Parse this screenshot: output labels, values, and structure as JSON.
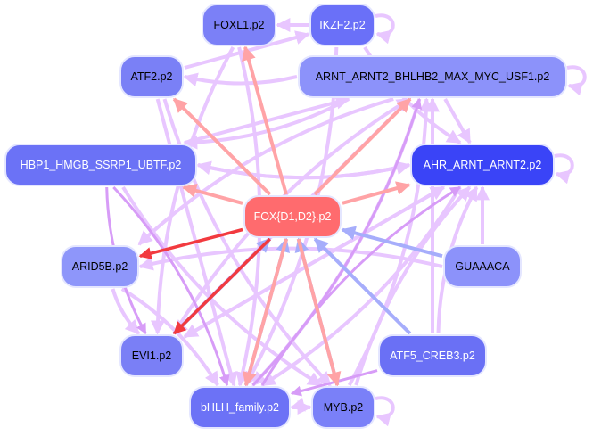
{
  "diagram": {
    "type": "network",
    "description": "Motif regulatory network centered on FOX{D1,D2}.p2",
    "nodes": [
      {
        "id": "FOXL1",
        "label": "FOXL1.p2",
        "fill": "#7b80f7",
        "text": "#000000"
      },
      {
        "id": "IKZF2",
        "label": "IKZF2.p2",
        "fill": "#6a70f8",
        "text": "#ffffff"
      },
      {
        "id": "ATF2",
        "label": "ATF2.p2",
        "fill": "#7a80f6",
        "text": "#000000"
      },
      {
        "id": "ARNT",
        "label": "ARNT_ARNT2_BHLHB2_MAX_MYC_USF1.p2",
        "fill": "#8c92fa",
        "text": "#000000"
      },
      {
        "id": "HBP1",
        "label": "HBP1_HMGB_SSRP1_UBTF.p2",
        "fill": "#6b72f6",
        "text": "#ffffff"
      },
      {
        "id": "AHR",
        "label": "AHR_ARNT_ARNT2.p2",
        "fill": "#3a44f7",
        "text": "#ffffff"
      },
      {
        "id": "FOX",
        "label": "FOX{D1,D2}.p2",
        "fill": "#ff6b6e",
        "text": "#ffffff"
      },
      {
        "id": "ARID5B",
        "label": "ARID5B.p2",
        "fill": "#8e96fa",
        "text": "#000000"
      },
      {
        "id": "GUAAACA",
        "label": "GUAAACA",
        "fill": "#8c92fa",
        "text": "#000000"
      },
      {
        "id": "EVI1",
        "label": "EVI1.p2",
        "fill": "#7a7ff6",
        "text": "#000000"
      },
      {
        "id": "ATF5",
        "label": "ATF5_CREB3.p2",
        "fill": "#6a70f5",
        "text": "#ffffff"
      },
      {
        "id": "bHLH",
        "label": "bHLH_family.p2",
        "fill": "#6c72f6",
        "text": "#ffffff"
      },
      {
        "id": "MYB",
        "label": "MYB.p2",
        "fill": "#7a80f8",
        "text": "#000000"
      }
    ],
    "edge_colors": {
      "activation_strong": "#f23a3f",
      "activation": "#ffa3a6",
      "repression": "#a6adfb",
      "neutral": "#e8c6ff",
      "neutral_dark": "#d79cf7"
    },
    "edges": [
      {
        "from": "FOX",
        "to": "ARID5B",
        "type": "activation_strong"
      },
      {
        "from": "FOX",
        "to": "EVI1",
        "type": "activation_strong"
      },
      {
        "from": "FOX",
        "to": "HBP1",
        "type": "activation"
      },
      {
        "from": "FOX",
        "to": "AHR",
        "type": "activation"
      },
      {
        "from": "FOX",
        "to": "ATF2",
        "type": "activation"
      },
      {
        "from": "FOX",
        "to": "ARNT",
        "type": "activation"
      },
      {
        "from": "FOX",
        "to": "FOXL1",
        "type": "activation"
      },
      {
        "from": "FOX",
        "to": "bHLH",
        "type": "activation"
      },
      {
        "from": "FOX",
        "to": "MYB",
        "type": "activation"
      },
      {
        "from": "GUAAACA",
        "to": "FOX",
        "type": "repression"
      },
      {
        "from": "ATF5",
        "to": "FOX",
        "type": "repression"
      },
      {
        "from": "bHLH",
        "to": "FOX",
        "type": "repression"
      },
      {
        "from": "MYB",
        "to": "FOX",
        "type": "repression"
      },
      {
        "from": "EVI1",
        "to": "FOX",
        "type": "repression"
      },
      {
        "from": "ARNT",
        "to": "ATF2",
        "type": "neutral"
      },
      {
        "from": "ATF2",
        "to": "IKZF2",
        "type": "neutral"
      },
      {
        "from": "HBP1",
        "to": "AHR",
        "type": "neutral"
      },
      {
        "from": "AHR",
        "to": "HBP1",
        "type": "neutral"
      },
      {
        "from": "HBP1",
        "to": "ARNT",
        "type": "neutral"
      },
      {
        "from": "HBP1",
        "to": "EVI1",
        "type": "neutral_dark"
      },
      {
        "from": "HBP1",
        "to": "bHLH",
        "type": "neutral_dark"
      },
      {
        "from": "ARID5B",
        "to": "EVI1",
        "type": "neutral"
      },
      {
        "from": "ARID5B",
        "to": "bHLH",
        "type": "neutral"
      },
      {
        "from": "GUAAACA",
        "to": "AHR",
        "type": "neutral"
      },
      {
        "from": "GUAAACA",
        "to": "ARID5B",
        "type": "neutral"
      },
      {
        "from": "ATF5",
        "to": "bHLH",
        "type": "neutral_dark"
      },
      {
        "from": "ATF5",
        "to": "AHR",
        "type": "neutral"
      },
      {
        "from": "ATF5",
        "to": "ARNT",
        "type": "neutral"
      },
      {
        "from": "MYB",
        "to": "ARNT",
        "type": "neutral"
      },
      {
        "from": "MYB",
        "to": "AHR",
        "type": "neutral"
      },
      {
        "from": "bHLH",
        "to": "ARNT",
        "type": "neutral_dark"
      },
      {
        "from": "bHLH",
        "to": "AHR",
        "type": "neutral_dark"
      },
      {
        "from": "bHLH",
        "to": "MYB",
        "type": "neutral"
      },
      {
        "from": "MYB",
        "to": "bHLH",
        "type": "neutral"
      },
      {
        "from": "ARNT",
        "to": "bHLH",
        "type": "neutral"
      },
      {
        "from": "ARNT",
        "to": "EVI1",
        "type": "neutral"
      },
      {
        "from": "ARNT",
        "to": "ARID5B",
        "type": "neutral"
      },
      {
        "from": "ARNT",
        "to": "HBP1",
        "type": "neutral"
      },
      {
        "from": "ARNT",
        "to": "AHR",
        "type": "neutral"
      },
      {
        "from": "IKZF2",
        "to": "AHR",
        "type": "neutral"
      },
      {
        "from": "IKZF2",
        "to": "bHLH",
        "type": "neutral"
      },
      {
        "from": "IKZF2",
        "to": "FOXL1",
        "type": "neutral"
      },
      {
        "from": "FOXL1",
        "to": "EVI1",
        "type": "neutral"
      },
      {
        "from": "FOXL1",
        "to": "bHLH",
        "type": "neutral"
      },
      {
        "from": "ATF2",
        "to": "bHLH",
        "type": "neutral"
      },
      {
        "from": "ATF2",
        "to": "MYB",
        "type": "neutral"
      },
      {
        "from": "EVI1",
        "to": "ARNT",
        "type": "neutral"
      },
      {
        "from": "EVI1",
        "to": "AHR",
        "type": "neutral"
      },
      {
        "from": "HBP1",
        "to": "MYB",
        "type": "neutral"
      },
      {
        "from": "AHR",
        "to": "bHLH",
        "type": "neutral"
      },
      {
        "from": "AHR",
        "to": "EVI1",
        "type": "neutral"
      }
    ],
    "self_loops": [
      "IKZF2",
      "ARNT",
      "AHR",
      "MYB"
    ]
  }
}
